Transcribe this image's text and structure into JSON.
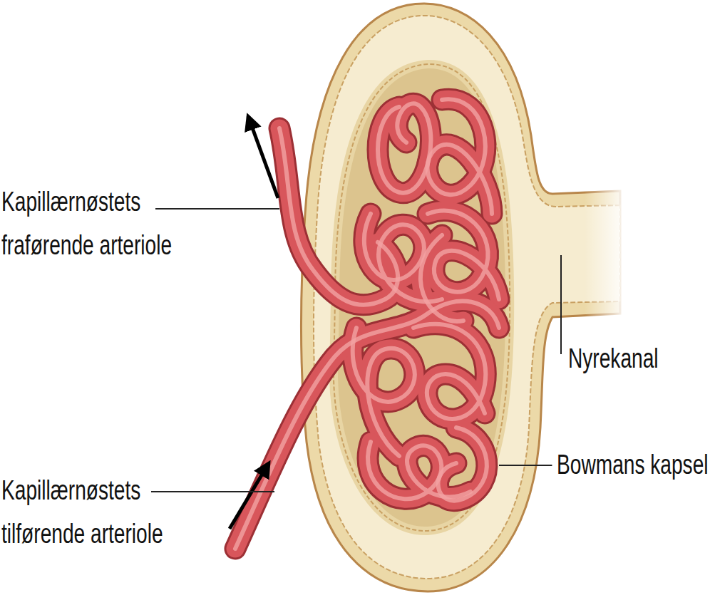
{
  "diagram": {
    "labels": [
      "Kapillærnøstets fraførende arteriole",
      "Kapillærnøstets tilførende arteriole",
      "Nyrekanal",
      "Bowmans kapsel"
    ]
  }
}
